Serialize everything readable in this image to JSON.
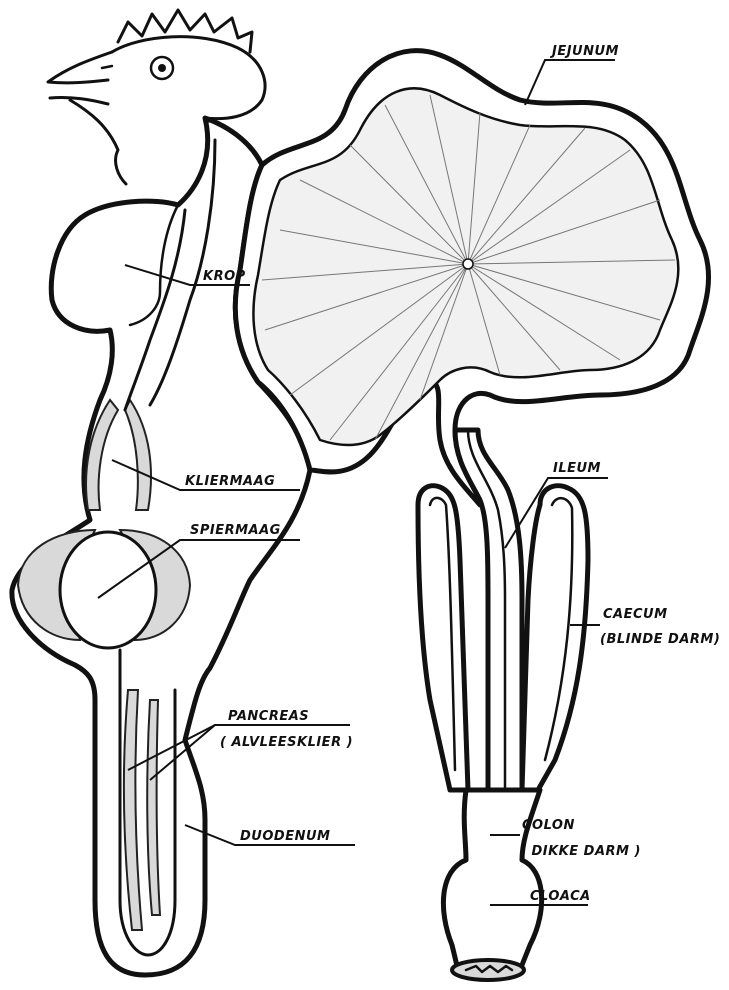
{
  "labels": {
    "jejunum": "JEJUNUM",
    "krop": "KROP",
    "kliermaag": "KLIERMAAG",
    "spiermaag": "SPIERMAAG",
    "ileum": "ILEUM",
    "caecum": "CAECUM",
    "caecum_sub": "(BLINDE DARM)",
    "pancreas": "PANCREAS",
    "pancreas_sub": "( ALVLEESKLIER )",
    "duodenum": "DUODENUM",
    "colon": "COLON",
    "colon_sub": "( DIKKE DARM )",
    "cloaca": "CLOACA"
  },
  "colors": {
    "ink": "#111111",
    "hatching": "#d9d9d9",
    "background": "#ffffff"
  }
}
